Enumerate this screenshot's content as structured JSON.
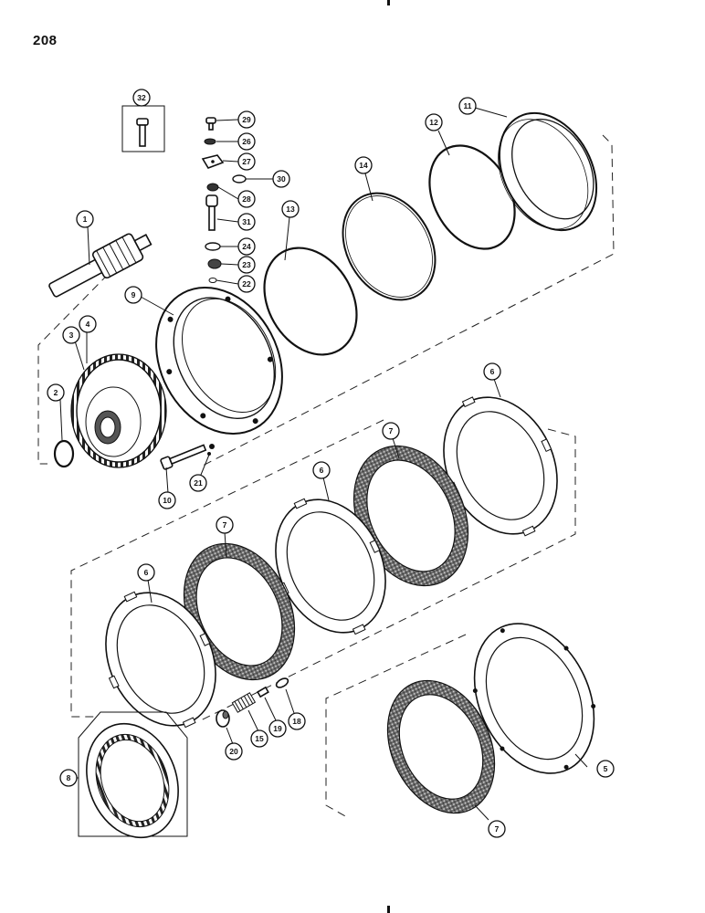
{
  "page": {
    "number": "208"
  },
  "callouts": [
    {
      "id": "c32",
      "label": "32"
    },
    {
      "id": "c29",
      "label": "29"
    },
    {
      "id": "c26",
      "label": "26"
    },
    {
      "id": "c27",
      "label": "27"
    },
    {
      "id": "c30",
      "label": "30"
    },
    {
      "id": "c28",
      "label": "28"
    },
    {
      "id": "c31",
      "label": "31"
    },
    {
      "id": "c24",
      "label": "24"
    },
    {
      "id": "c23",
      "label": "23"
    },
    {
      "id": "c22",
      "label": "22"
    },
    {
      "id": "c13",
      "label": "13"
    },
    {
      "id": "c14",
      "label": "14"
    },
    {
      "id": "c12",
      "label": "12"
    },
    {
      "id": "c11",
      "label": "11"
    },
    {
      "id": "c1",
      "label": "1"
    },
    {
      "id": "c9",
      "label": "9"
    },
    {
      "id": "c3",
      "label": "3"
    },
    {
      "id": "c4",
      "label": "4"
    },
    {
      "id": "c2",
      "label": "2"
    },
    {
      "id": "c10",
      "label": "10"
    },
    {
      "id": "c21",
      "label": "21"
    },
    {
      "id": "c6a",
      "label": "6"
    },
    {
      "id": "c7a",
      "label": "7"
    },
    {
      "id": "c6b",
      "label": "6"
    },
    {
      "id": "c7b",
      "label": "7"
    },
    {
      "id": "c6c",
      "label": "6"
    },
    {
      "id": "c18",
      "label": "18"
    },
    {
      "id": "c19",
      "label": "19"
    },
    {
      "id": "c15",
      "label": "15"
    },
    {
      "id": "c20",
      "label": "20"
    },
    {
      "id": "c8",
      "label": "8"
    },
    {
      "id": "c5",
      "label": "5"
    },
    {
      "id": "c7c",
      "label": "7"
    }
  ]
}
